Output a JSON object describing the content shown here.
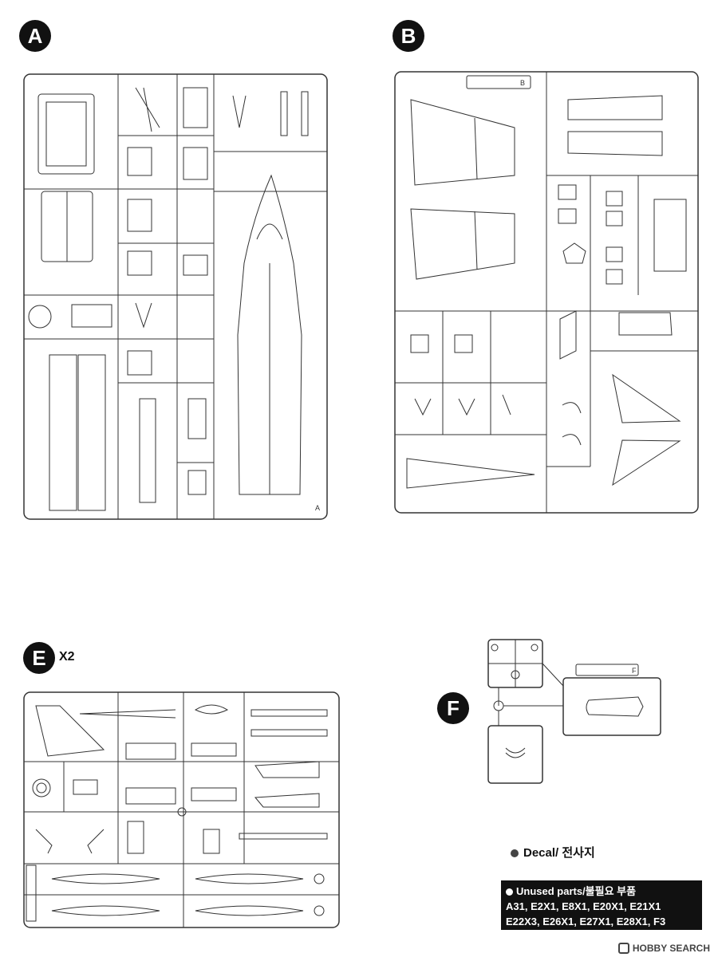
{
  "sprues": [
    {
      "letter": "A",
      "multiplier": ""
    },
    {
      "letter": "B",
      "multiplier": ""
    },
    {
      "letter": "E",
      "multiplier": "X2"
    },
    {
      "letter": "F",
      "multiplier": ""
    }
  ],
  "decal_label": "Decal/ 전사지",
  "unused": {
    "title": "Unused parts/불필요 부품",
    "line1": "A31, E2X1, E8X1, E20X1, E21X1",
    "line2": "E22X3, E26X1, E27X1, E28X1, F3"
  },
  "watermark": "HOBBY SEARCH",
  "colors": {
    "ink": "#111111",
    "paper": "#ffffff",
    "line": "#333333"
  }
}
